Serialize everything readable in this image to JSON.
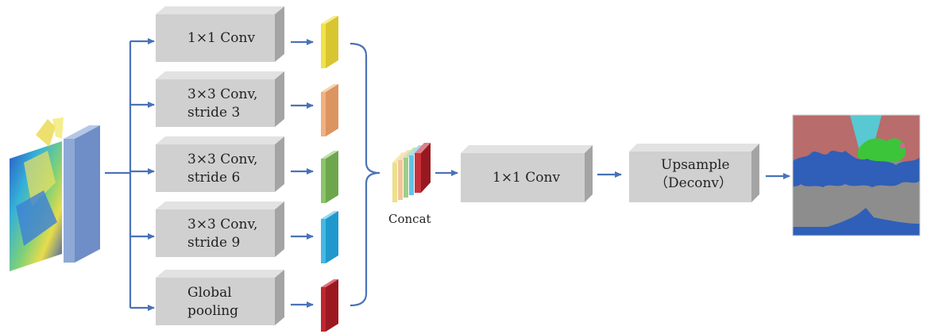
{
  "diagram": {
    "branches": [
      {
        "line1": "1×1 Conv",
        "line2": ""
      },
      {
        "line1": "3×3 Conv,",
        "line2": "stride 3"
      },
      {
        "line1": "3×3 Conv,",
        "line2": "stride 6"
      },
      {
        "line1": "3×3 Conv,",
        "line2": "stride 9"
      },
      {
        "line1": "Global",
        "line2": "pooling"
      }
    ],
    "concat_label": "Concat",
    "conv_label": "1×1 Conv",
    "upsample_line1": "Upsample",
    "upsample_line2": "（Deconv）"
  },
  "colors": {
    "arrow": "#4a72b8",
    "box_front": "#d0d0d0",
    "box_side": "#a4a4a4",
    "box_top": "#e2e2e2",
    "feature_map": "#8fa9d6",
    "branch_features": [
      "#f2e24a",
      "#f1b080",
      "#8cc46b",
      "#45b8e4",
      "#c0262e"
    ],
    "concat_stack": [
      "#ece08a",
      "#f2c69a",
      "#9ccf88",
      "#62c2e8",
      "#c8323a"
    ]
  }
}
